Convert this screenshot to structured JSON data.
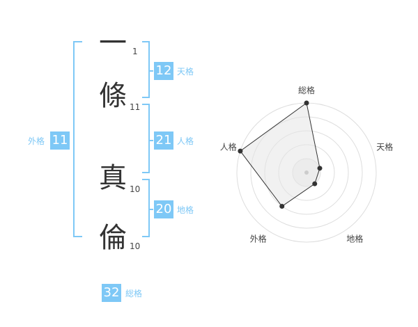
{
  "name_chars": [
    {
      "char": "一",
      "strokes": "1"
    },
    {
      "char": "條",
      "strokes": "11"
    },
    {
      "char": "真",
      "strokes": "10"
    },
    {
      "char": "倫",
      "strokes": "10"
    }
  ],
  "fortunes": {
    "tenkaku": {
      "label": "天格",
      "value": "12"
    },
    "jinkaku": {
      "label": "人格",
      "value": "21"
    },
    "chikaku": {
      "label": "地格",
      "value": "20"
    },
    "gaikaku": {
      "label": "外格",
      "value": "11"
    },
    "soukaku": {
      "label": "総格",
      "value": "32"
    }
  },
  "colors": {
    "accent": "#7ec8f6",
    "text": "#333333"
  },
  "chart_data": {
    "type": "radar",
    "axes": [
      "総格",
      "天格",
      "地格",
      "外格",
      "人格"
    ],
    "values": [
      5,
      1,
      1,
      3,
      5
    ],
    "range": [
      0,
      5
    ],
    "rings": 5,
    "grid": true
  }
}
